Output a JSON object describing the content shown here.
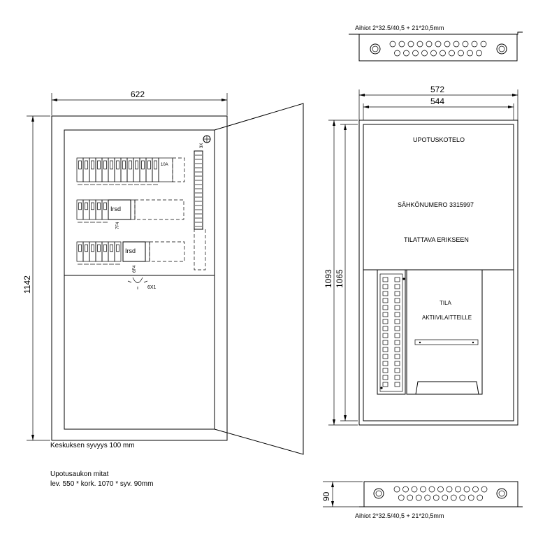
{
  "dimensions": {
    "front_width": "622",
    "front_height": "1142",
    "side_outer_width": "572",
    "side_inner_width": "544",
    "side_outer_height": "1093",
    "side_inner_height": "1065",
    "bottom_depth": "90"
  },
  "gland_plate_top": "Aihiot  2*32.5/40,5  +  21*20,5mm",
  "gland_plate_bottom": "Aihiot  2*32.5/40,5  +  21*20,5mm",
  "notes": {
    "depth": "Keskuksen  syvyys  100  mm",
    "opening_title": "Upotusaukon  mitat",
    "opening_dims": "lev.  550  *  kork.  1070  *  syv.  90mm"
  },
  "enclosure_labels": {
    "upotus": "UPOTUSKOTELO",
    "sahko": "SÄHKÖNUMERO  3315997",
    "tilattava": "TILATTAVA  ERIKSEEN",
    "tila": "TILA",
    "aktiivi": "AKTIIVILAITTEILLE"
  },
  "device_labels": {
    "irsd1": "Irsd",
    "irsd2": "Irsd",
    "tag_7f4": "7F4",
    "tag_6f4": "6F4",
    "tag_6x1": "6X1",
    "tag_10a": "10A",
    "tag_3x": "3X"
  }
}
